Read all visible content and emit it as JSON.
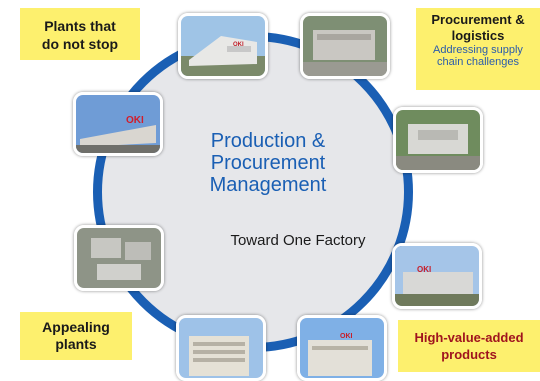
{
  "center": {
    "title_lines": [
      "Production &",
      "Procurement",
      "Management"
    ],
    "subtitle": "Toward One Factory"
  },
  "labels": {
    "plants": [
      "Plants that",
      "do not stop"
    ],
    "procurement": [
      "Procurement &",
      "logistics"
    ],
    "procurement_sub": [
      "Addressing supply",
      "chain challenges"
    ],
    "appealing": [
      "Appealing",
      "plants"
    ],
    "high_value": [
      "High-value-added",
      "products"
    ]
  },
  "photo_signs": {
    "factory_sign_1": "OKI",
    "factory_sign_2": "OKI",
    "factory_sign_3": "OKI",
    "factory_sign_4": "OKI"
  },
  "colors": {
    "ring": "#1a5fb4",
    "center_title": "#1a5fb4",
    "label_box": "#fdf06e",
    "procurement_sub": "#2b5cab",
    "high_value_text": "#a0141e"
  }
}
